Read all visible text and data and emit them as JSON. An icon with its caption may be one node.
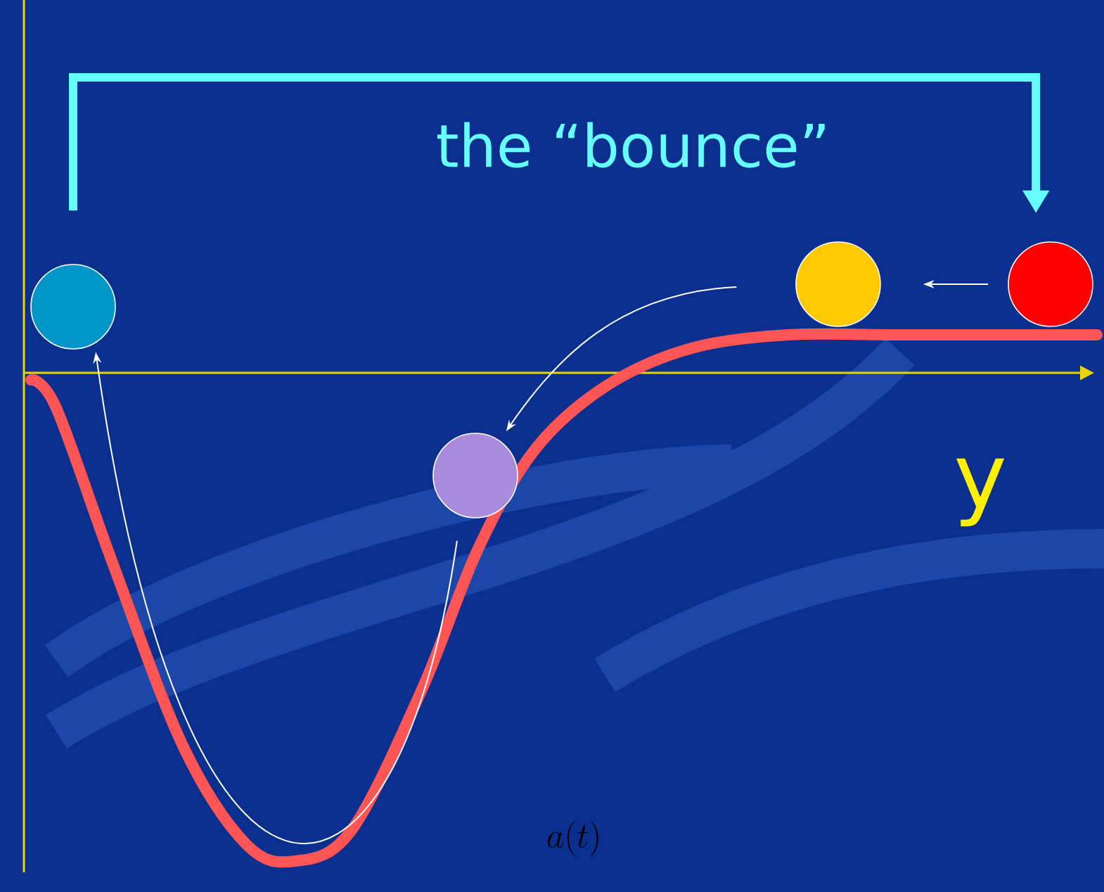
{
  "diagram": {
    "nodes": [
      {
        "text": [],
        "shape": "circle"
      },
      {
        "text": [],
        "shape": "circle"
      },
      {
        "text": [],
        "shape": "circle"
      },
      {
        "text": [],
        "shape": "circle"
      }
    ],
    "edges": [
      {
        "from": 0,
        "to": 3,
        "arrow": "to",
        "label": "the “bounce”",
        "style": "thick",
        "color": "#66ffff"
      },
      {
        "from": 3,
        "to": 2,
        "arrow": "to"
      },
      {
        "from": 2,
        "to": 1,
        "arrow": "to"
      },
      {
        "from": 1,
        "to": 0,
        "arrow": "to"
      }
    ],
    "labels": [
      "y",
      "a(t)"
    ]
  }
}
